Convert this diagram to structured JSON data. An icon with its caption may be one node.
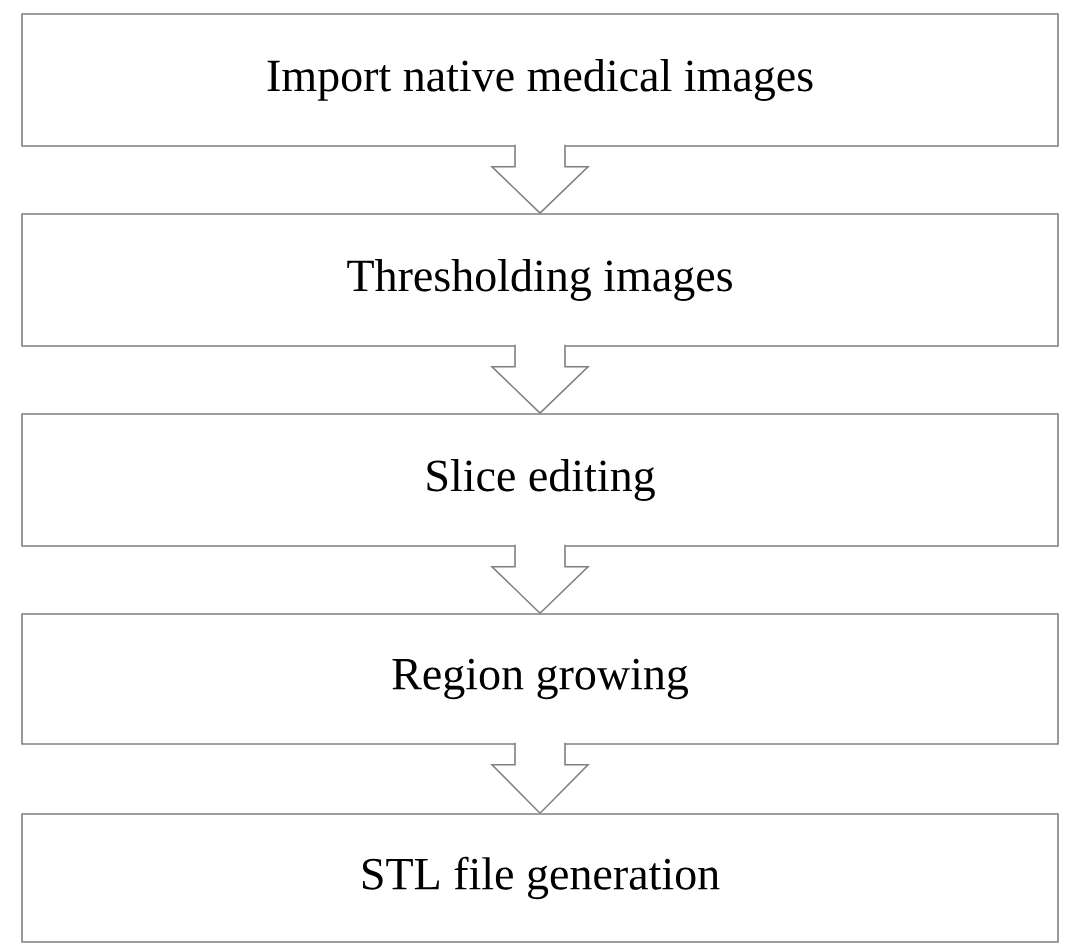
{
  "diagram": {
    "nodes": [
      {
        "text": [
          "Import native medical images"
        ]
      },
      {
        "text": [
          "Thresholding images"
        ]
      },
      {
        "text": [
          "Slice editing"
        ]
      },
      {
        "text": [
          "Region growing"
        ]
      },
      {
        "text": [
          "STL file generation"
        ]
      }
    ],
    "edges": [
      {
        "from": 0,
        "to": 1,
        "arrow": "to"
      },
      {
        "from": 1,
        "to": 2,
        "arrow": "to"
      },
      {
        "from": 2,
        "to": 3,
        "arrow": "to"
      },
      {
        "from": 3,
        "to": 4,
        "arrow": "to"
      }
    ]
  }
}
